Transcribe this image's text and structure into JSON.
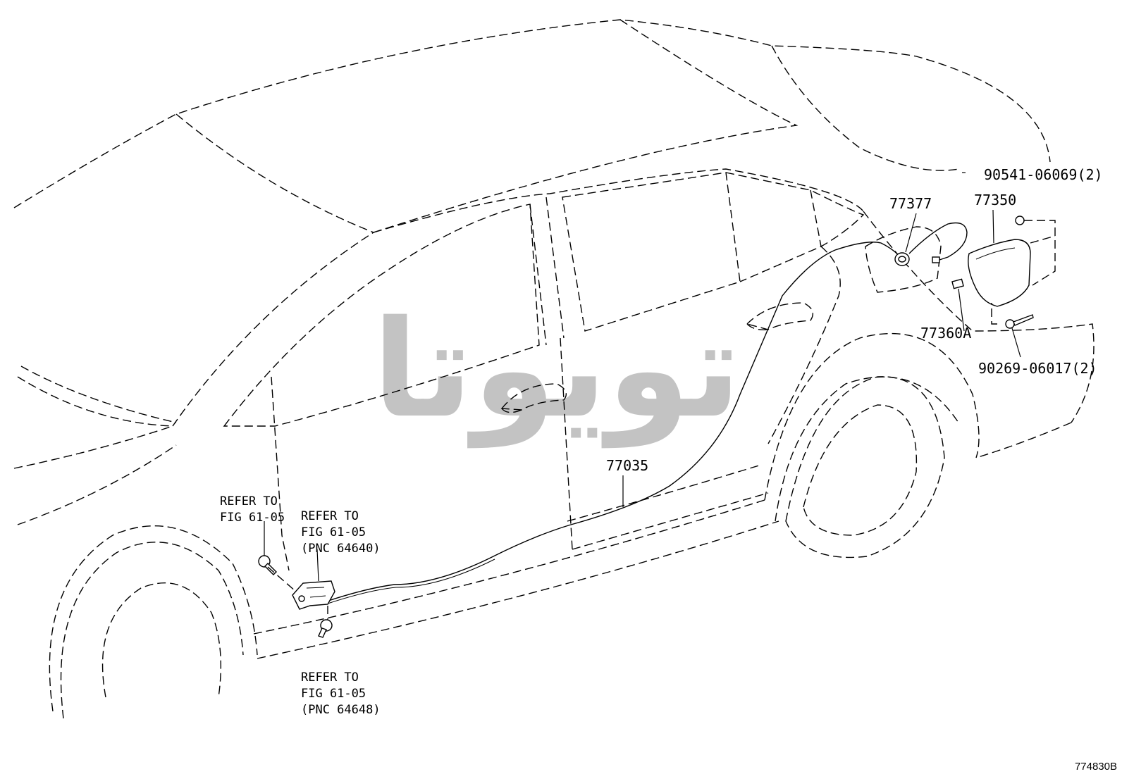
{
  "diagram": {
    "figure_id": "774830B",
    "watermark": "تویوتا",
    "callouts": {
      "p90541": "90541-06069(2)",
      "p77377": "77377",
      "p77350": "77350",
      "p77360a": "77360A",
      "p90269": "90269-06017(2)",
      "p77035": "77035",
      "ref1": [
        "REFER TO",
        "FIG 61-05"
      ],
      "ref2": [
        "REFER TO",
        "FIG 61-05",
        "(PNC 64640)"
      ],
      "ref3": [
        "REFER TO",
        "FIG 61-05",
        "(PNC 64648)"
      ]
    }
  }
}
